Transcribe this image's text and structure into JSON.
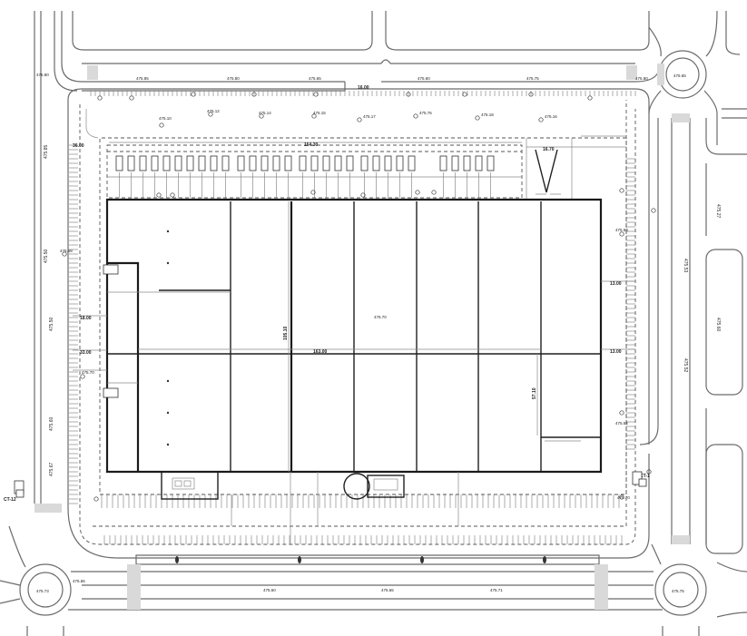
{
  "plan": {
    "ct_top_right": "CT-1",
    "ct_bottom_left": "CT-12",
    "elevations_top": [
      "475.80",
      "475.85",
      "475.80",
      "475.65",
      "475.60",
      "475.75",
      "475.80"
    ],
    "elevations_bottom": [
      "475.65",
      "475.60",
      "475.65",
      "475.71"
    ],
    "elevations_left": [
      "475.85",
      "475.50",
      "475.50",
      "475.60",
      "475.67"
    ],
    "elevations_right": [
      "475.27",
      "475.53",
      "475.52",
      "475.60"
    ],
    "spot_levels": [
      "475.10",
      "475.12",
      "475.14",
      "475.15",
      "475.17",
      "475.76",
      "475.18",
      "475.16",
      "475.68",
      "475.70",
      "475.50",
      "475.54",
      "475.70"
    ],
    "dims": {
      "top_span": "154.30",
      "inner_span": "163.00",
      "depth": "105.10",
      "right_depth": "57.10",
      "top_right": "16.70",
      "left_a": "18.00",
      "left_b": "33.00",
      "left_c": "36.00",
      "right_a": "13.00",
      "right_b": "13.00",
      "gate": "16.00"
    },
    "center_level": "475.70",
    "roundabouts": {
      "top_right": "475.65",
      "bottom_left": "475.73",
      "bottom_right": "475.75"
    }
  }
}
